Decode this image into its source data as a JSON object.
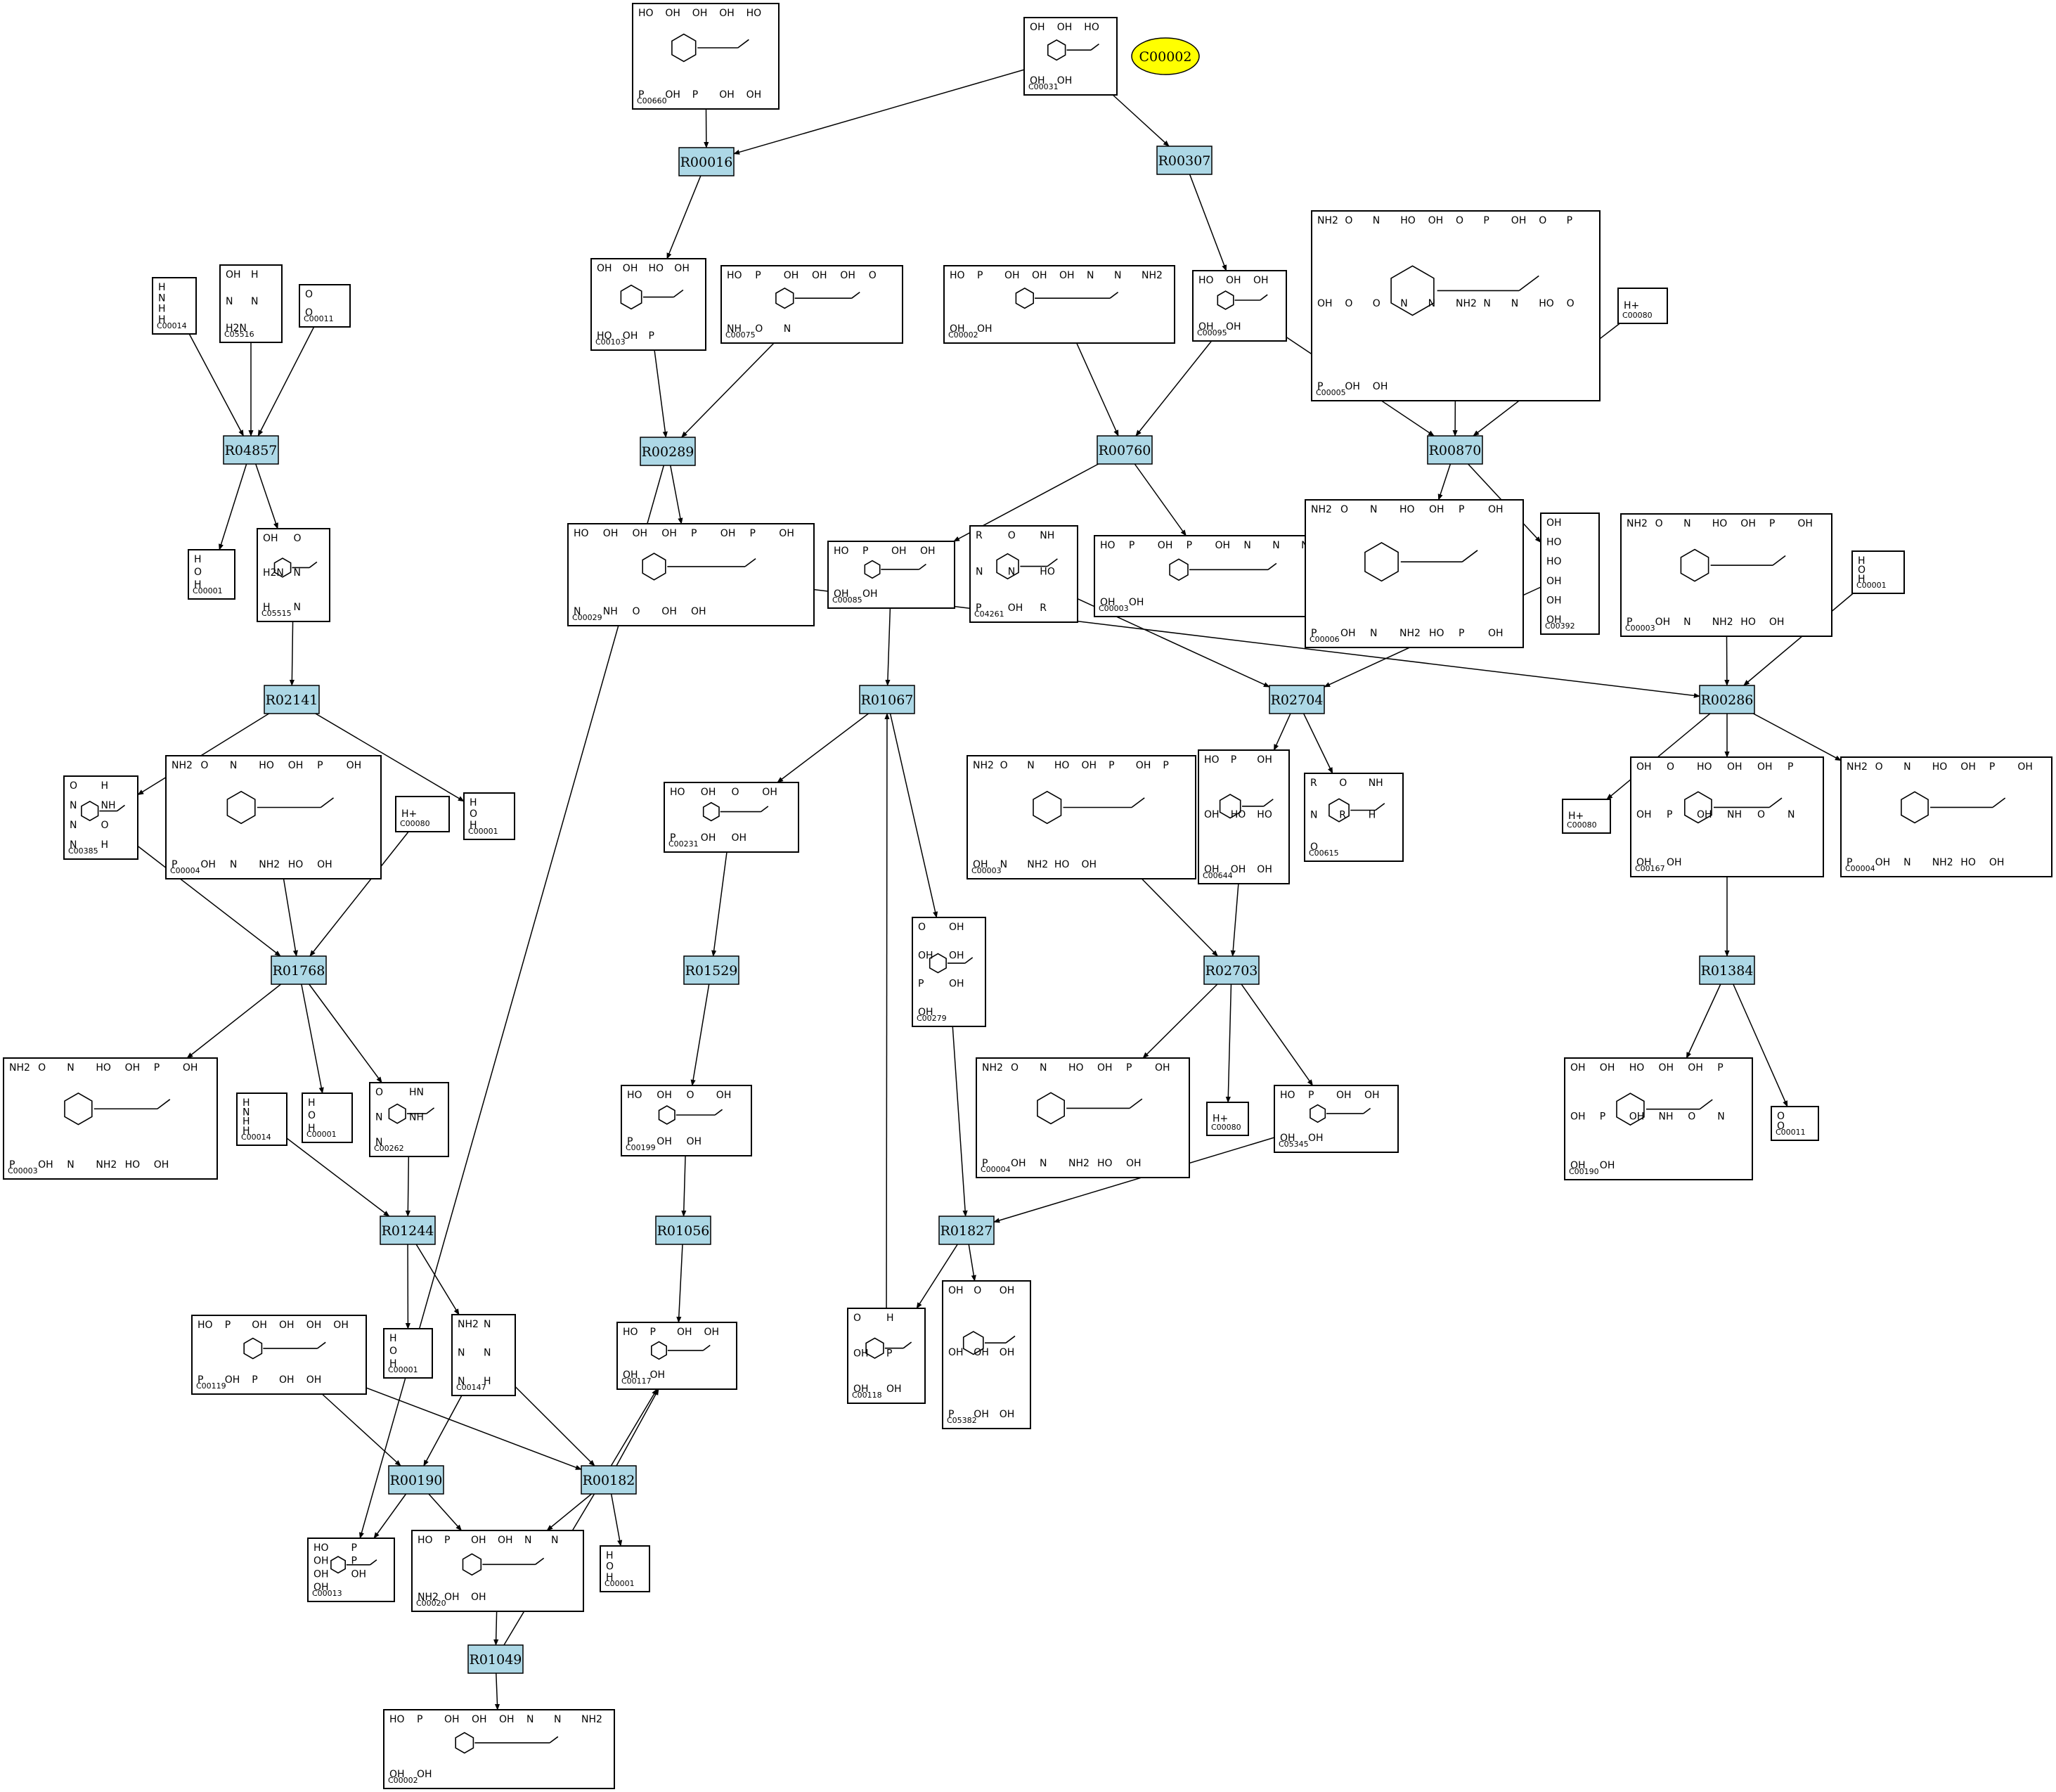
{
  "highlight": {
    "id": "C00002",
    "color": "#ffff00"
  },
  "colors": {
    "reaction_fill": "#add8e6",
    "compound_fill": "#ffffff",
    "stroke": "#000000"
  },
  "reactions": [
    "R00016",
    "R00307",
    "R04857",
    "R00289",
    "R00760",
    "R00870",
    "R02141",
    "R01067",
    "R02704",
    "R00286",
    "R01768",
    "R01529",
    "R02703",
    "R01384",
    "R01244",
    "R01056",
    "R01827",
    "R00190",
    "R00182",
    "R01049"
  ],
  "compounds": {
    "c1": {
      "id": "C00660",
      "text": [
        "HO",
        "OH",
        "OH",
        "OH",
        "HO",
        "P",
        "OH",
        "P",
        "OH",
        "OH"
      ]
    },
    "c2": {
      "id": "C00031",
      "text": [
        "OH",
        "OH",
        "HO",
        "OH",
        "OH"
      ]
    },
    "c3": {
      "id": "C00014",
      "text": [
        "H",
        "N",
        "H",
        "H"
      ]
    },
    "c4": {
      "id": "C05516",
      "text": [
        "OH",
        "H",
        "N",
        "N",
        "H2N"
      ]
    },
    "c5": {
      "id": "C00011",
      "text": [
        "O",
        "O"
      ]
    },
    "c6": {
      "id": "C00103",
      "text": [
        "OH",
        "OH",
        "HO",
        "OH",
        "HO",
        "OH",
        "P"
      ]
    },
    "c7": {
      "id": "C00075",
      "text": [
        "HO",
        "P",
        "OH",
        "OH",
        "OH",
        "O",
        "NH",
        "O",
        "N"
      ]
    },
    "c8": {
      "id": "C00002",
      "text": [
        "HO",
        "P",
        "OH",
        "OH",
        "OH",
        "N",
        "N",
        "NH2",
        "OH",
        "OH"
      ]
    },
    "c9": {
      "id": "C00095",
      "text": [
        "HO",
        "OH",
        "OH",
        "OH",
        "OH"
      ]
    },
    "c10": {
      "id": "C00005",
      "text": [
        "NH2",
        "O",
        "N",
        "HO",
        "OH",
        "O",
        "P",
        "OH",
        "O",
        "P",
        "OH",
        "O",
        "O",
        "N",
        "N",
        "NH2",
        "N",
        "N",
        "HO",
        "O",
        "P",
        "OH",
        "OH"
      ]
    },
    "c11": {
      "id": "C00080",
      "text": [
        "H+"
      ]
    },
    "c12": {
      "id": "C00001",
      "text": [
        "H",
        "O",
        "H"
      ]
    },
    "c13": {
      "id": "C05515",
      "text": [
        "OH",
        "O",
        "H2N",
        "N",
        "H",
        "N"
      ]
    },
    "c14": {
      "id": "C00029",
      "text": [
        "HO",
        "OH",
        "OH",
        "OH",
        "P",
        "OH",
        "P",
        "OH",
        "N",
        "NH",
        "O",
        "OH",
        "OH"
      ]
    },
    "c15": {
      "id": "C00085",
      "text": [
        "HO",
        "P",
        "OH",
        "OH",
        "OH",
        "OH"
      ]
    },
    "c16": {
      "id": "C04261",
      "text": [
        "R",
        "O",
        "NH",
        "N",
        "N",
        "HO",
        "P",
        "OH",
        "R"
      ]
    },
    "c17": {
      "id": "C00003",
      "text": [
        "HO",
        "P",
        "OH",
        "P",
        "OH",
        "N",
        "N",
        "NH2",
        "OH",
        "OH"
      ]
    },
    "c18": {
      "id": "C00006",
      "text": [
        "NH2",
        "O",
        "N",
        "HO",
        "OH",
        "P",
        "OH",
        "P",
        "OH",
        "N",
        "NH2",
        "HO",
        "P",
        "OH"
      ]
    },
    "c19": {
      "id": "C00392",
      "text": [
        "OH",
        "HO",
        "HO",
        "OH",
        "OH",
        "OH"
      ]
    },
    "c20": {
      "id": "C00003",
      "text": [
        "NH2",
        "O",
        "N",
        "HO",
        "OH",
        "P",
        "OH",
        "P",
        "OH",
        "N",
        "NH2",
        "HO",
        "OH"
      ]
    },
    "c21": {
      "id": "C00001",
      "text": [
        "H",
        "O",
        "H"
      ]
    },
    "c22": {
      "id": "C00385",
      "text": [
        "O",
        "H",
        "N",
        "NH",
        "N",
        "O",
        "N",
        "H"
      ]
    },
    "c23": {
      "id": "C00004",
      "text": [
        "NH2",
        "O",
        "N",
        "HO",
        "OH",
        "P",
        "OH",
        "P",
        "OH",
        "N",
        "NH2",
        "HO",
        "OH"
      ]
    },
    "c24": {
      "id": "C00080",
      "text": [
        "H+"
      ]
    },
    "c25": {
      "id": "C00001",
      "text": [
        "H",
        "O",
        "H"
      ]
    },
    "c26": {
      "id": "C00231",
      "text": [
        "HO",
        "OH",
        "O",
        "OH",
        "P",
        "OH",
        "OH"
      ]
    },
    "c27": {
      "id": "C00644",
      "text": [
        "HO",
        "P",
        "OH",
        "OH",
        "HO",
        "HO",
        "OH",
        "OH",
        "OH"
      ]
    },
    "c28": {
      "id": "C00615",
      "text": [
        "R",
        "O",
        "NH",
        "N",
        "R",
        "H",
        "O"
      ]
    },
    "c29": {
      "id": "C00080",
      "text": [
        "H+"
      ]
    },
    "c30": {
      "id": "C00167",
      "text": [
        "OH",
        "O",
        "HO",
        "OH",
        "OH",
        "P",
        "OH",
        "P",
        "OH",
        "NH",
        "O",
        "N",
        "OH",
        "OH"
      ]
    },
    "c31": {
      "id": "C00004",
      "text": [
        "NH2",
        "O",
        "N",
        "HO",
        "OH",
        "P",
        "OH",
        "P",
        "OH",
        "N",
        "NH2",
        "HO",
        "OH"
      ]
    },
    "c32": {
      "id": "C00003",
      "text": [
        "NH2",
        "O",
        "N",
        "HO",
        "OH",
        "P",
        "OH",
        "P",
        "OH",
        "N",
        "NH2",
        "HO",
        "OH"
      ]
    },
    "c33": {
      "id": "C00014",
      "text": [
        "H",
        "N",
        "H",
        "H"
      ]
    },
    "c34": {
      "id": "C00001",
      "text": [
        "H",
        "O",
        "H"
      ]
    },
    "c35": {
      "id": "C00262",
      "text": [
        "O",
        "HN",
        "N",
        "NH",
        "N"
      ]
    },
    "c36": {
      "id": "C00003",
      "text": [
        "NH2",
        "O",
        "N",
        "HO",
        "OH",
        "P",
        "OH",
        "P",
        "OH",
        "N",
        "NH2",
        "HO",
        "OH"
      ]
    },
    "c37": {
      "id": "C00279",
      "text": [
        "O",
        "OH",
        "OH",
        "OH",
        "P",
        "OH",
        "OH"
      ]
    },
    "c38": {
      "id": "C00199",
      "text": [
        "HO",
        "OH",
        "O",
        "OH",
        "P",
        "OH",
        "OH"
      ]
    },
    "c39": {
      "id": "C00004",
      "text": [
        "NH2",
        "O",
        "N",
        "HO",
        "OH",
        "P",
        "OH",
        "P",
        "OH",
        "N",
        "NH2",
        "HO",
        "OH"
      ]
    },
    "c40": {
      "id": "C00080",
      "text": [
        "H+"
      ]
    },
    "c41": {
      "id": "C05345",
      "text": [
        "HO",
        "P",
        "OH",
        "OH",
        "OH",
        "OH"
      ]
    },
    "c42": {
      "id": "C00190",
      "text": [
        "OH",
        "OH",
        "HO",
        "OH",
        "OH",
        "P",
        "OH",
        "P",
        "OH",
        "NH",
        "O",
        "N",
        "OH",
        "OH"
      ]
    },
    "c43": {
      "id": "C00011",
      "text": [
        "O",
        "O"
      ]
    },
    "c44": {
      "id": "C00119",
      "text": [
        "HO",
        "P",
        "OH",
        "OH",
        "OH",
        "OH",
        "P",
        "OH",
        "P",
        "OH",
        "OH"
      ]
    },
    "c45": {
      "id": "C00001",
      "text": [
        "H",
        "O",
        "H"
      ]
    },
    "c46": {
      "id": "C00147",
      "text": [
        "NH2",
        "N",
        "N",
        "N",
        "N",
        "H"
      ]
    },
    "c47": {
      "id": "C00117",
      "text": [
        "HO",
        "P",
        "OH",
        "OH",
        "OH",
        "OH"
      ]
    },
    "c48": {
      "id": "C00118",
      "text": [
        "O",
        "H",
        "OH",
        "P",
        "OH",
        "OH"
      ]
    },
    "c49": {
      "id": "C05382",
      "text": [
        "OH",
        "O",
        "OH",
        "OH",
        "OH",
        "OH",
        "P",
        "OH",
        "OH"
      ]
    },
    "c50": {
      "id": "C00013",
      "text": [
        "HO",
        "P",
        "OH",
        "P",
        "OH",
        "OH",
        "OH"
      ]
    },
    "c51": {
      "id": "C00020",
      "text": [
        "HO",
        "P",
        "OH",
        "OH",
        "N",
        "N",
        "NH2",
        "OH",
        "OH"
      ]
    },
    "c52": {
      "id": "C00001",
      "text": [
        "H",
        "O",
        "H"
      ]
    },
    "c53": {
      "id": "C00002",
      "text": [
        "HO",
        "P",
        "OH",
        "OH",
        "OH",
        "N",
        "N",
        "NH2",
        "OH",
        "OH"
      ]
    }
  }
}
